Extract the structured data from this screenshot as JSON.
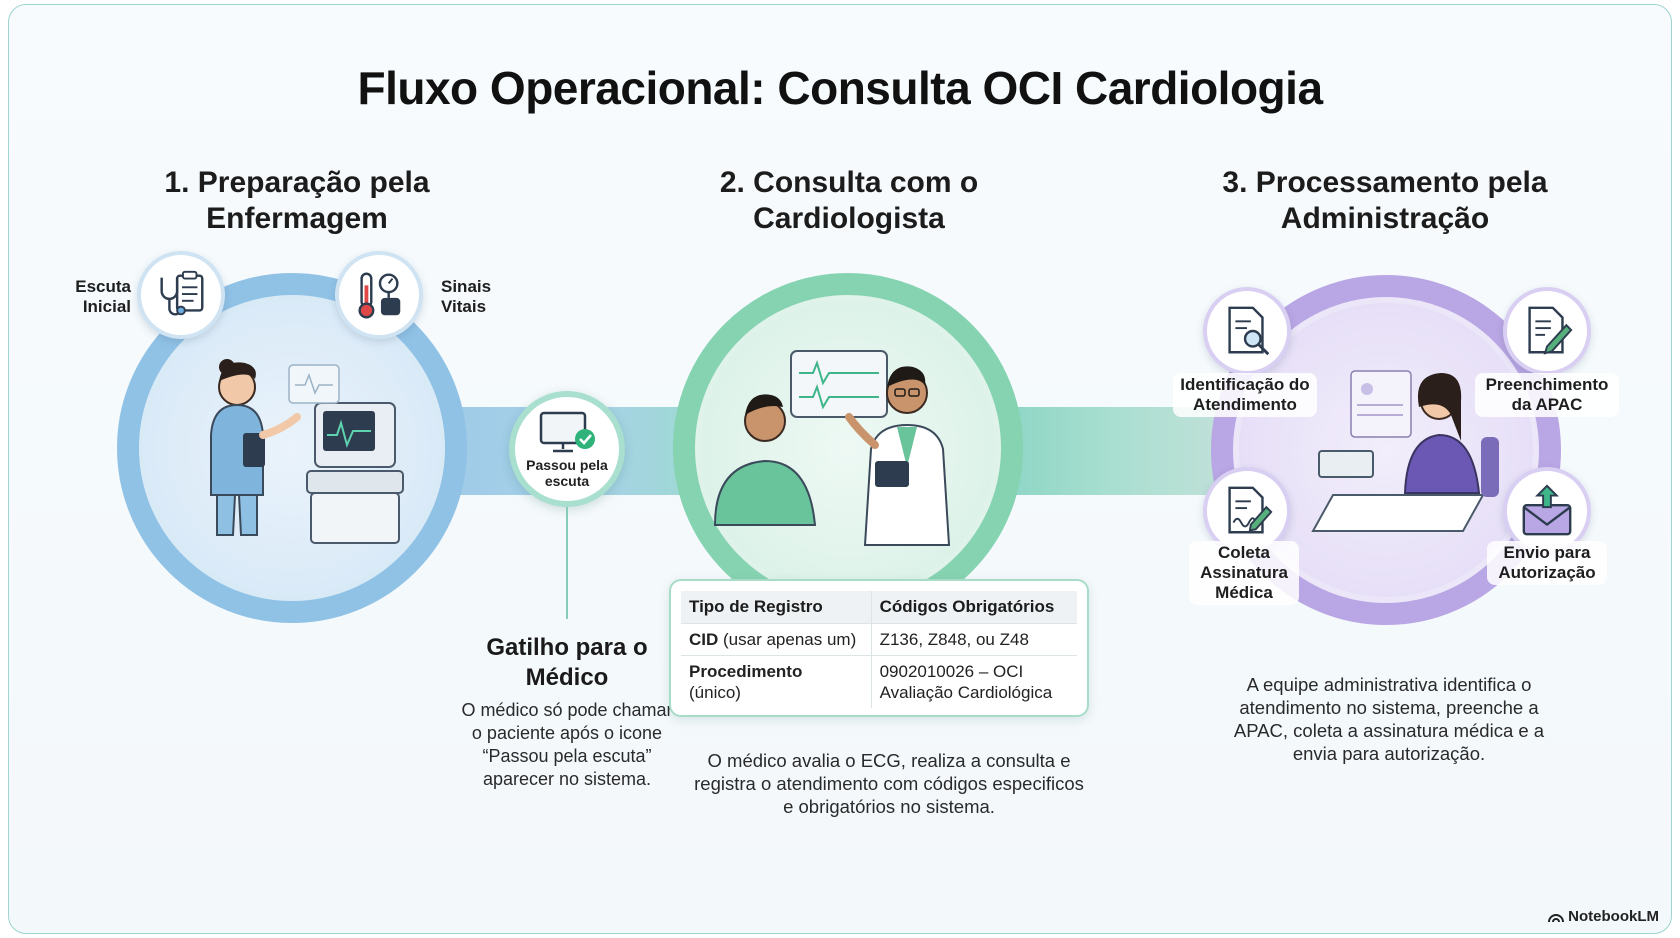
{
  "title": "Fluxo Operacional: Consulta OCI Cardiologia",
  "steps": [
    {
      "title": "1. Preparação pela Enfermagem",
      "labels": [
        "Escuta Inicial",
        "Sinais Vitais"
      ]
    },
    {
      "title": "2. Consulta com o Cardiologista",
      "table": {
        "headers": [
          "Tipo de Registro",
          "Códigos Obrigatórios"
        ],
        "rows": [
          {
            "type_bold": "CID",
            "type_rest": " (usar apenas um)",
            "codes": "Z136, Z848, ou Z48"
          },
          {
            "type_bold": "Procedimento",
            "type_rest": "(único)",
            "codes": "0902010026 – OCI Avaliação Cardiológica"
          }
        ]
      },
      "description": "O médico avalia o ECG, realiza a consulta e registra o atendimento com códigos especificos e obrigatórios no sistema."
    },
    {
      "title": "3. Processamento pela Administração",
      "labels": [
        "Identificação do Atendimento",
        "Preenchimento da APAC",
        "Coleta Assinatura Médica",
        "Envio para Autorização"
      ],
      "description": "A equipe administrativa identifica o atendimento no sistema, preenche a APAC, coleta a assinatura médica e a envia para autorização."
    }
  ],
  "trigger": {
    "badge": "Passou pela escuta",
    "title": "Gatilho para o Médico",
    "text": "O médico só pode chamar o paciente após o icone “Passou pela escuta” aparecer no sistema."
  },
  "brand": "NotebookLM",
  "colors": {
    "blue": "#90c2e6",
    "green": "#86d3b1",
    "purple": "#b9a6e4"
  },
  "icons": [
    "stethoscope-clipboard-icon",
    "thermometer-pressure-icon",
    "monitor-check-icon",
    "document-search-icon",
    "document-pen-icon",
    "document-signature-icon",
    "envelope-upload-icon"
  ]
}
